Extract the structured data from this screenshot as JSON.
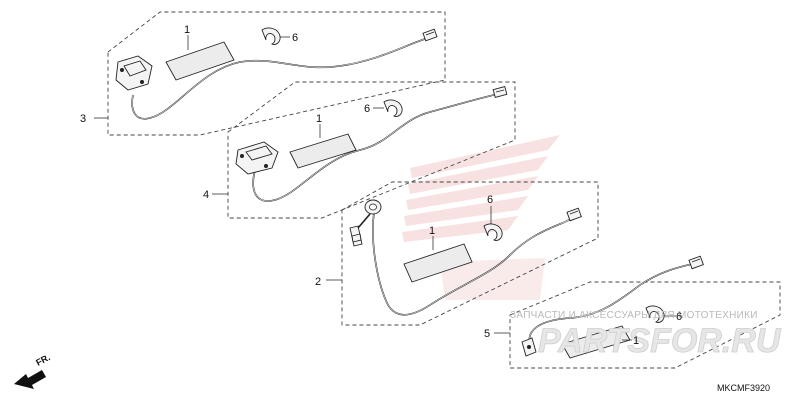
{
  "labels": {
    "p1": "1",
    "p2": "2",
    "p3": "3",
    "p4": "4",
    "p5": "5",
    "p6": "6"
  },
  "watermark": {
    "top_text": "ЗАПЧАСТИ И АКСЕССУАРЫ ДЛЯ МОТОТЕХНИКИ",
    "big_text": "PARTSFOR.RU"
  },
  "direction_label": "FR.",
  "diagram_code": "MKCMF3920",
  "colors": {
    "line": "#222222",
    "watermark_red": "#f2c9c9",
    "watermark_gray": "#cfcfcf"
  }
}
